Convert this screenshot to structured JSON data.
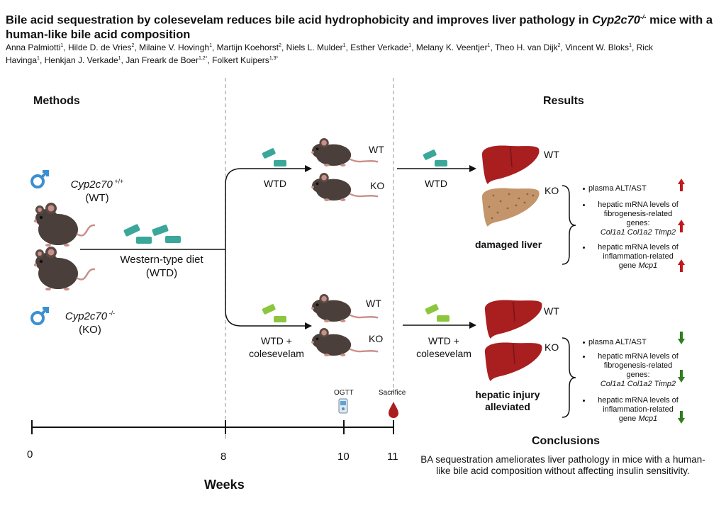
{
  "title": {
    "line1_pre": "Bile acid sequestration by colesevelam reduces bile acid hydrophobicity and improves liver pathology in ",
    "line1_gene": "Cyp2c70",
    "line1_sup": "-/-",
    "line1_post": " mice with a",
    "line2": "human-like bile acid composition"
  },
  "authors": {
    "line1": [
      {
        "name": "Anna Palmiotti",
        "sup": "1"
      },
      {
        "name": "Hilde D. de Vries",
        "sup": "2"
      },
      {
        "name": "Milaine V. Hovingh",
        "sup": "1"
      },
      {
        "name": "Martijn Koehorst",
        "sup": "2"
      },
      {
        "name": "Niels L. Mulder",
        "sup": "1"
      },
      {
        "name": "Esther Verkade",
        "sup": "1"
      },
      {
        "name": "Melany K. Veentjer",
        "sup": "1"
      },
      {
        "name": "Theo H. van Dijk",
        "sup": "2"
      },
      {
        "name": "Vincent W. Bloks",
        "sup": "1"
      }
    ],
    "rick": "Rick",
    "line2": [
      {
        "name": "Havinga",
        "sup": "1"
      },
      {
        "name": "Henkjan J. Verkade",
        "sup": "1"
      },
      {
        "name": "Jan Freark de Boer",
        "sup": "1,2*"
      },
      {
        "name": "Folkert Kuipers",
        "sup": "1,3*"
      }
    ]
  },
  "sections": {
    "methods": "Methods",
    "results": "Results",
    "conclusions": "Conclusions"
  },
  "genotypes": {
    "wt_gene": "Cyp2c70",
    "wt_sup": "+/+",
    "wt_abbr": "(WT)",
    "ko_gene": "Cyp2c70",
    "ko_sup": "-/-",
    "ko_abbr": "(KO)"
  },
  "diet": {
    "line1": "Western-type diet",
    "line2": "(WTD)"
  },
  "groups": {
    "wtd": "WTD",
    "wtd_col_line1": "WTD +",
    "wtd_col_line2": "colesevelam",
    "wt": "WT",
    "ko": "KO"
  },
  "results": {
    "damaged": "damaged liver",
    "alleviated_line1": "hepatic injury",
    "alleviated_line2": "alleviated",
    "bullet1": "plasma ALT/AST",
    "bullet2_l1": "hepatic mRNA levels of",
    "bullet2_l2": "fibrogenesis-related",
    "bullet2_l3": "genes:",
    "bullet2_genes": "Col1a1 Col1a2 Timp2",
    "bullet3_l1": "hepatic mRNA levels of",
    "bullet3_l2": "inflammation-related",
    "bullet3_pre": "gene ",
    "bullet3_gene": "Mcp1",
    "up_color": "#c0181c",
    "down_color": "#2e7d1e"
  },
  "timeline": {
    "ticks": [
      "0",
      "8",
      "10",
      "11"
    ],
    "ogtt": "OGTT",
    "sacrifice": "Sacrifice",
    "axis_label": "Weeks"
  },
  "conclusion_text_l1": "BA sequestration ameliorates liver pathology in mice with a human-",
  "conclusion_text_l2": "like bile acid composition without affecting insulin sensitivity.",
  "colors": {
    "wtd_block": "#3aa79a",
    "colesevelam_block": "#8cc63f",
    "male_symbol": "#3b8fd1",
    "mouse": "#4a3f3a",
    "liver_healthy": "#a91e1f",
    "liver_damaged": "#c4956a",
    "dashed": "#aaaaaa"
  },
  "icons": [
    "male-symbol-icon",
    "mouse-icon",
    "liver-icon",
    "glucometer-icon",
    "blood-drop-icon",
    "arrow-up-icon",
    "arrow-down-icon"
  ]
}
